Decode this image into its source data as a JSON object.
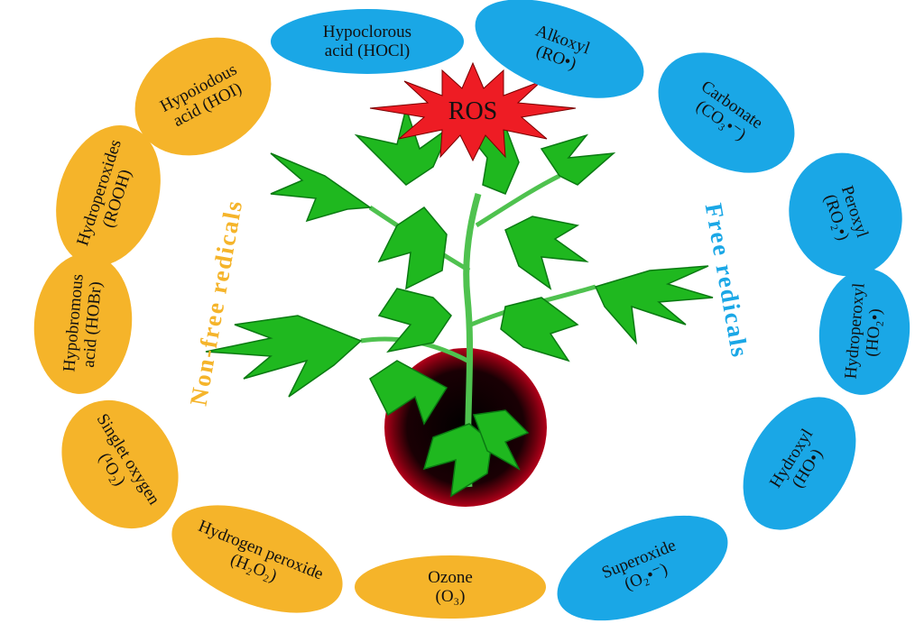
{
  "center": {
    "label": "ROS"
  },
  "groups": {
    "non_free": "Non-free redicals",
    "free": "Free redicals"
  },
  "non_free_items": [
    {
      "line1": "Hypoiodous",
      "line2": "acid (HOI)"
    },
    {
      "line1": "Hydroperoxides",
      "line2": "(ROOH)"
    },
    {
      "line1": "Hypobromous",
      "line2": "acid (HOBr)"
    },
    {
      "line1": "Singlet oxygen",
      "formula": "(¹O₂)"
    },
    {
      "line1": "Hydrogen peroxide",
      "formula": "(H₂O₂)"
    },
    {
      "line1": "Ozone",
      "formula": "(O₃)"
    }
  ],
  "free_items": [
    {
      "line1": "Hypoclorous",
      "line2": "acid (HOCl)"
    },
    {
      "line1": "Alkoxyl",
      "formula": "(RO•)"
    },
    {
      "line1": "Carbonate",
      "formula": "(CO₃•⁻)"
    },
    {
      "line1": "Peroxyl",
      "formula": "(RO₂•)"
    },
    {
      "line1": "Hydroperoxyl",
      "formula": "(HO₂•)"
    },
    {
      "line1": "Hydroxyl",
      "formula": "(HO•)"
    },
    {
      "line1": "Superoxide",
      "formula": "(O₂•⁻)"
    }
  ],
  "colors": {
    "non_free": "#f5b42a",
    "free": "#1aa7e6",
    "star": "#ee1c24",
    "leaf": "#1fb81f",
    "pot": "#8a0010"
  },
  "image": {
    "subject": "potted-plant"
  }
}
